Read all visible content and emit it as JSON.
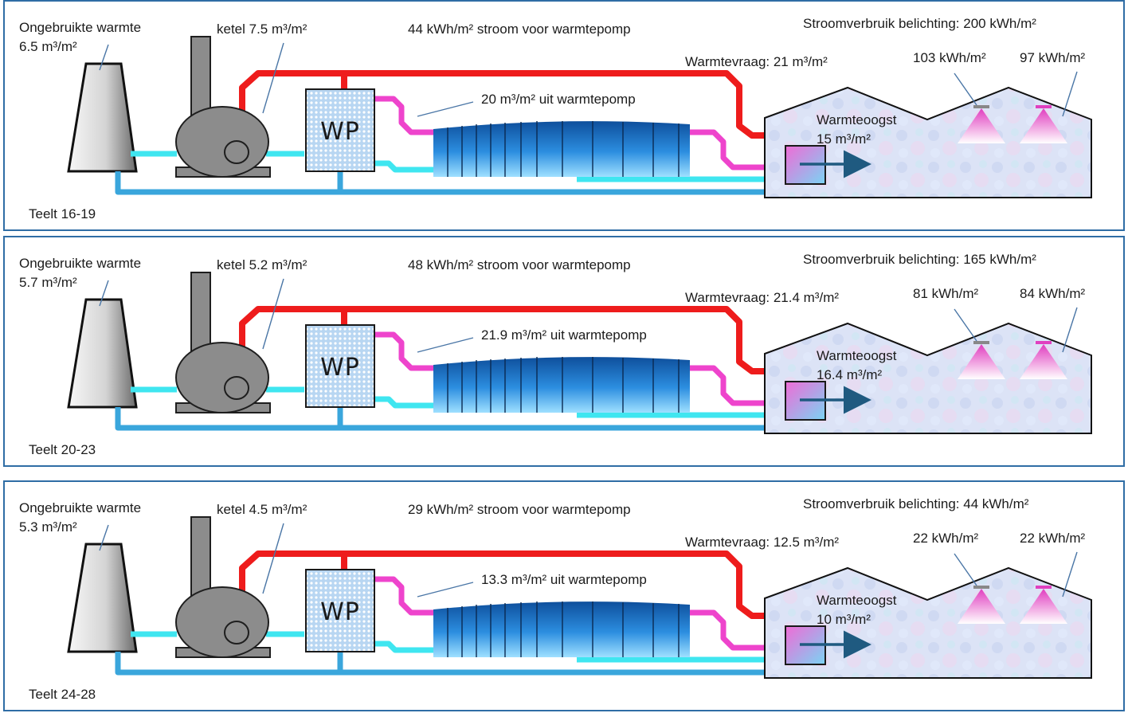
{
  "panels": [
    {
      "period": "Teelt 16-19",
      "unused_heat": {
        "title": "Ongebruikte warmte",
        "value": "6.5 m³/m²"
      },
      "boiler": "ketel 7.5 m³/m²",
      "heatpump_power": "44 kWh/m² stroom voor warmtepomp",
      "heatpump_label": "WP",
      "heatpump_output": "20 m³/m² uit warmtepomp",
      "heat_demand": "Warmtevraag: 21 m³/m²",
      "lighting_total": "Stroomverbruik belichting: 200 kWh/m²",
      "lamp_left": "103 kWh/m²",
      "lamp_right": "97 kWh/m²",
      "heat_harvest": {
        "title": "Warmteoogst",
        "value": "15 m³/m²"
      }
    },
    {
      "period": "Teelt 20-23",
      "unused_heat": {
        "title": "Ongebruikte warmte",
        "value": "5.7 m³/m²"
      },
      "boiler": "ketel 5.2 m³/m²",
      "heatpump_power": "48 kWh/m² stroom voor warmtepomp",
      "heatpump_label": "WP",
      "heatpump_output": "21.9 m³/m² uit warmtepomp",
      "heat_demand": "Warmtevraag: 21.4 m³/m²",
      "lighting_total": "Stroomverbruik belichting: 165 kWh/m²",
      "lamp_left": "81 kWh/m²",
      "lamp_right": "84 kWh/m²",
      "heat_harvest": {
        "title": "Warmteoogst",
        "value": "16.4 m³/m²"
      }
    },
    {
      "period": "Teelt 24-28",
      "unused_heat": {
        "title": "Ongebruikte warmte",
        "value": "5.3 m³/m²"
      },
      "boiler": "ketel 4.5 m³/m²",
      "heatpump_power": "29 kWh/m² stroom voor warmtepomp",
      "heatpump_label": "WP",
      "heatpump_output": "13.3 m³/m² uit warmtepomp",
      "heat_demand": "Warmtevraag: 12.5 m³/m²",
      "lighting_total": "Stroomverbruik belichting: 44 kWh/m²",
      "lamp_left": "22 kWh/m²",
      "lamp_right": "22 kWh/m²",
      "heat_harvest": {
        "title": "Warmteoogst",
        "value": "10 m³/m²"
      }
    }
  ],
  "colors": {
    "hot_pipe": "#ee1c1c",
    "heatpump_pipe": "#ee44cc",
    "cold_pipe": "#3fe6f0",
    "return_pipe": "#3aa6dc",
    "panel_border": "#2f6da5",
    "boiler": "#8c8c8c",
    "buffer_tank": "#1f7fd0",
    "heatpump_box": "#bcd9f2",
    "greenhouse": "#d9e2f5",
    "lamp": "#e040c0",
    "arrow": "#1f5a80"
  }
}
